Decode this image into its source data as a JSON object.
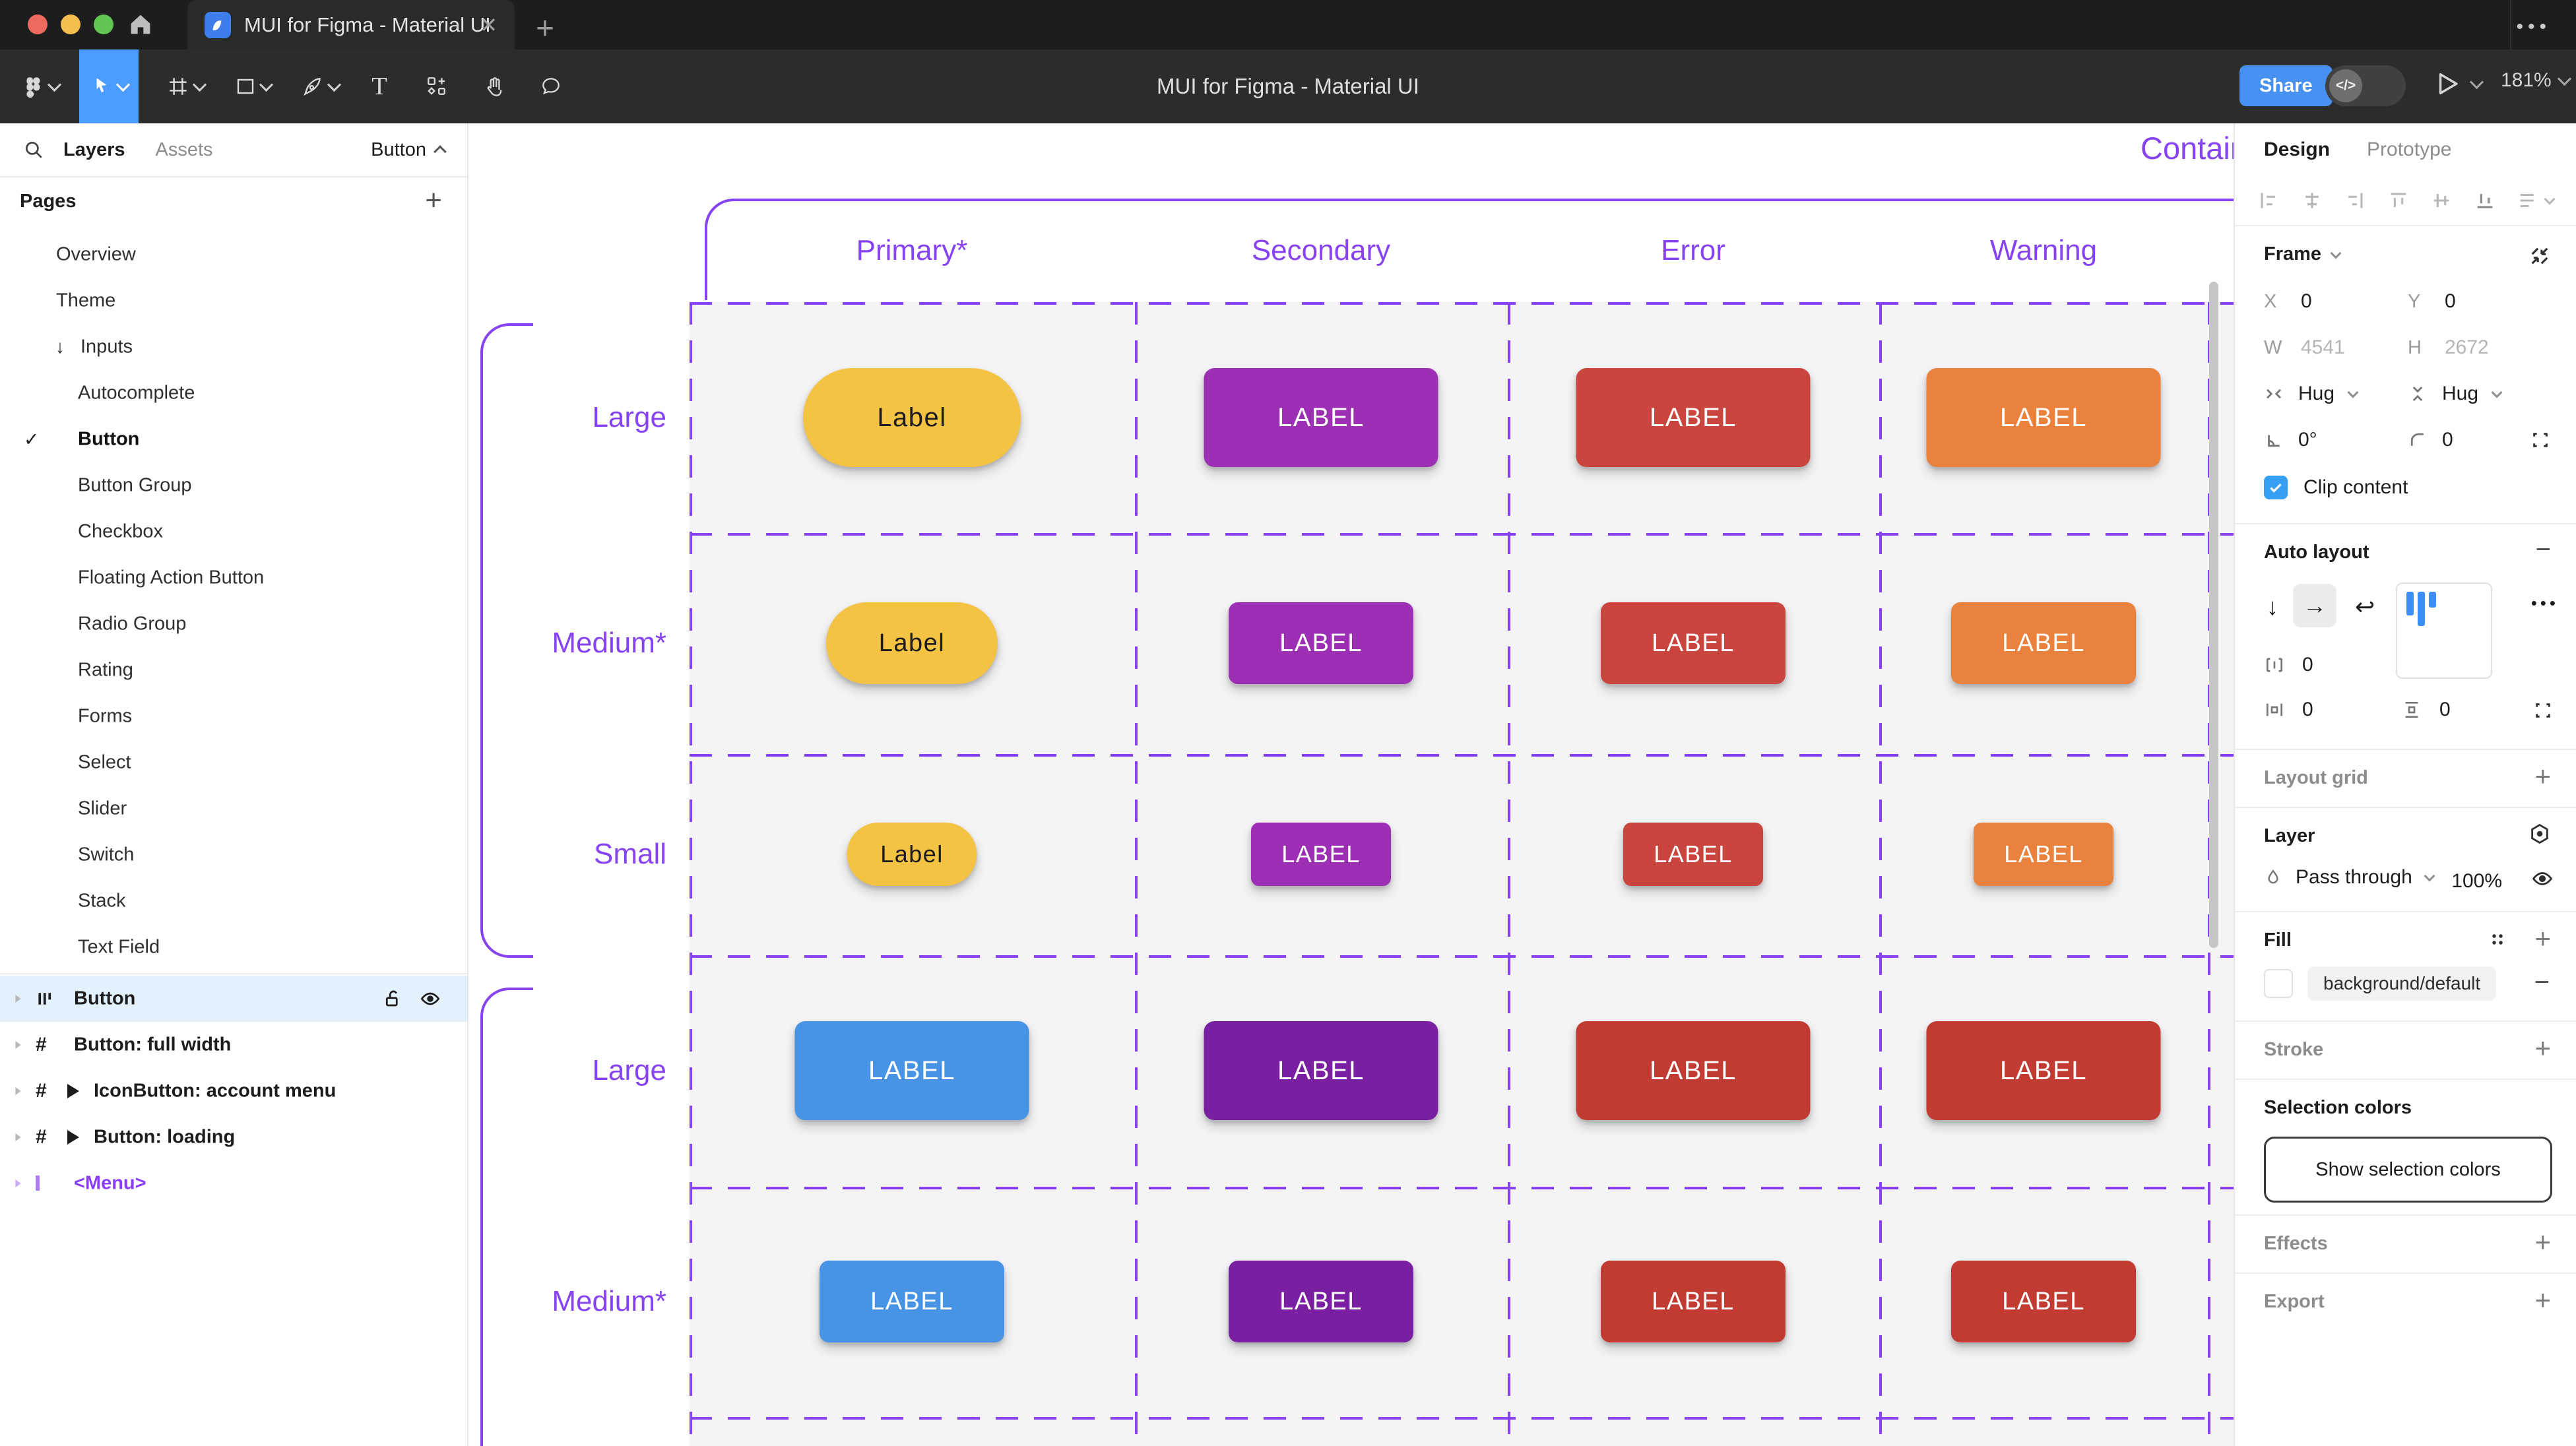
{
  "window": {
    "tab_title": "MUI for Figma - Material UI",
    "close_glyph": "✕",
    "new_tab_glyph": "+",
    "overflow_glyph": "•••"
  },
  "toolbar": {
    "title": "MUI for Figma - Material UI",
    "share_label": "Share",
    "dev_toggle_glyph": "</>",
    "zoom_level": "181%"
  },
  "sidebar": {
    "tab_layers": "Layers",
    "tab_assets": "Assets",
    "page_selector": "Button",
    "pages_header": "Pages",
    "pages_add_glyph": "+",
    "check_glyph": "✓",
    "arrow_glyph": "↓",
    "pages": [
      {
        "label": "Overview",
        "indent": 0
      },
      {
        "label": "Theme",
        "indent": 0
      },
      {
        "label": "Inputs",
        "indent": 0,
        "prefix": "arrow"
      },
      {
        "label": "Autocomplete",
        "indent": 1
      },
      {
        "label": "Button",
        "indent": 1,
        "checked": true,
        "bold": true
      },
      {
        "label": "Button Group",
        "indent": 1
      },
      {
        "label": "Checkbox",
        "indent": 1
      },
      {
        "label": "Floating Action Button",
        "indent": 1
      },
      {
        "label": "Radio Group",
        "indent": 1
      },
      {
        "label": "Rating",
        "indent": 1
      },
      {
        "label": "Forms",
        "indent": 1
      },
      {
        "label": "Select",
        "indent": 1
      },
      {
        "label": "Slider",
        "indent": 1
      },
      {
        "label": "Switch",
        "indent": 1
      },
      {
        "label": "Stack",
        "indent": 1
      },
      {
        "label": "Text Field",
        "indent": 1
      }
    ],
    "layers": [
      {
        "label": "Button",
        "icon": "autolayout",
        "selected": true
      },
      {
        "label": "Button: full width",
        "icon": "frame"
      },
      {
        "label": "IconButton: account menu",
        "icon": "frame",
        "play": true
      },
      {
        "label": "Button: loading",
        "icon": "frame",
        "play": true
      },
      {
        "label": "<Menu>",
        "icon": "component",
        "purple": true
      }
    ]
  },
  "canvas": {
    "section_label": "Contained",
    "purple": "#8743f2",
    "columns": [
      "Primary*",
      "Secondary",
      "Error",
      "Warning"
    ],
    "rows": [
      {
        "label": "Large",
        "size": "large",
        "group": 1,
        "buttons": [
          {
            "text": "Label",
            "bg": "#f5c343",
            "fg": "#1c1b1f",
            "pill": true
          },
          {
            "text": "LABEL",
            "bg": "#9d2fb4",
            "fg": "#ffffff"
          },
          {
            "text": "LABEL",
            "bg": "#c9453d",
            "fg": "#ffffff"
          },
          {
            "text": "LABEL",
            "bg": "#ea813c",
            "fg": "#ffffff"
          }
        ]
      },
      {
        "label": "Medium*",
        "size": "medium",
        "group": 1,
        "buttons": [
          {
            "text": "Label",
            "bg": "#f5c343",
            "fg": "#1c1b1f",
            "pill": true
          },
          {
            "text": "LABEL",
            "bg": "#9d2fb4",
            "fg": "#ffffff"
          },
          {
            "text": "LABEL",
            "bg": "#c9453d",
            "fg": "#ffffff"
          },
          {
            "text": "LABEL",
            "bg": "#ea813c",
            "fg": "#ffffff"
          }
        ]
      },
      {
        "label": "Small",
        "size": "small",
        "group": 1,
        "buttons": [
          {
            "text": "Label",
            "bg": "#f5c343",
            "fg": "#1c1b1f",
            "pill": true
          },
          {
            "text": "LABEL",
            "bg": "#9d2fb4",
            "fg": "#ffffff"
          },
          {
            "text": "LABEL",
            "bg": "#c9453d",
            "fg": "#ffffff"
          },
          {
            "text": "LABEL",
            "bg": "#ea813c",
            "fg": "#ffffff"
          }
        ]
      },
      {
        "label": "Large",
        "size": "large",
        "group": 2,
        "buttons": [
          {
            "text": "LABEL",
            "bg": "#4793e6",
            "fg": "#ffffff"
          },
          {
            "text": "LABEL",
            "bg": "#7b1fa2",
            "fg": "#ffffff"
          },
          {
            "text": "LABEL",
            "bg": "#c23b33",
            "fg": "#ffffff"
          },
          {
            "text": "LABEL",
            "bg": "#c23b33",
            "fg": "#ffffff"
          }
        ]
      },
      {
        "label": "Medium*",
        "size": "medium",
        "group": 2,
        "buttons": [
          {
            "text": "LABEL",
            "bg": "#4793e6",
            "fg": "#ffffff"
          },
          {
            "text": "LABEL",
            "bg": "#7b1fa2",
            "fg": "#ffffff"
          },
          {
            "text": "LABEL",
            "bg": "#c23b33",
            "fg": "#ffffff"
          },
          {
            "text": "LABEL",
            "bg": "#c23b33",
            "fg": "#ffffff"
          }
        ]
      }
    ]
  },
  "inspector": {
    "tab_design": "Design",
    "tab_prototype": "Prototype",
    "frame": {
      "title": "Frame",
      "x_label": "X",
      "x": "0",
      "y_label": "Y",
      "y": "0",
      "w_label": "W",
      "w": "4541",
      "h_label": "H",
      "h": "2672",
      "sizing_h": "Hug",
      "sizing_v": "Hug",
      "rotation": "0°",
      "radius": "0",
      "clip_label": "Clip content"
    },
    "auto_layout": {
      "title": "Auto layout",
      "gap": "0",
      "padding_h": "0",
      "padding_v": "0",
      "more_glyph": "•••"
    },
    "layout_grid": {
      "title": "Layout grid"
    },
    "layer": {
      "title": "Layer",
      "blend_mode": "Pass through",
      "opacity": "100%"
    },
    "fill": {
      "title": "Fill",
      "style_name": "background/default",
      "swatch_color": "#ffffff"
    },
    "stroke": {
      "title": "Stroke"
    },
    "selection_colors": {
      "title": "Selection colors",
      "button_label": "Show selection colors"
    },
    "effects": {
      "title": "Effects"
    },
    "export": {
      "title": "Export"
    },
    "accent_blue": "#37a0f4"
  }
}
